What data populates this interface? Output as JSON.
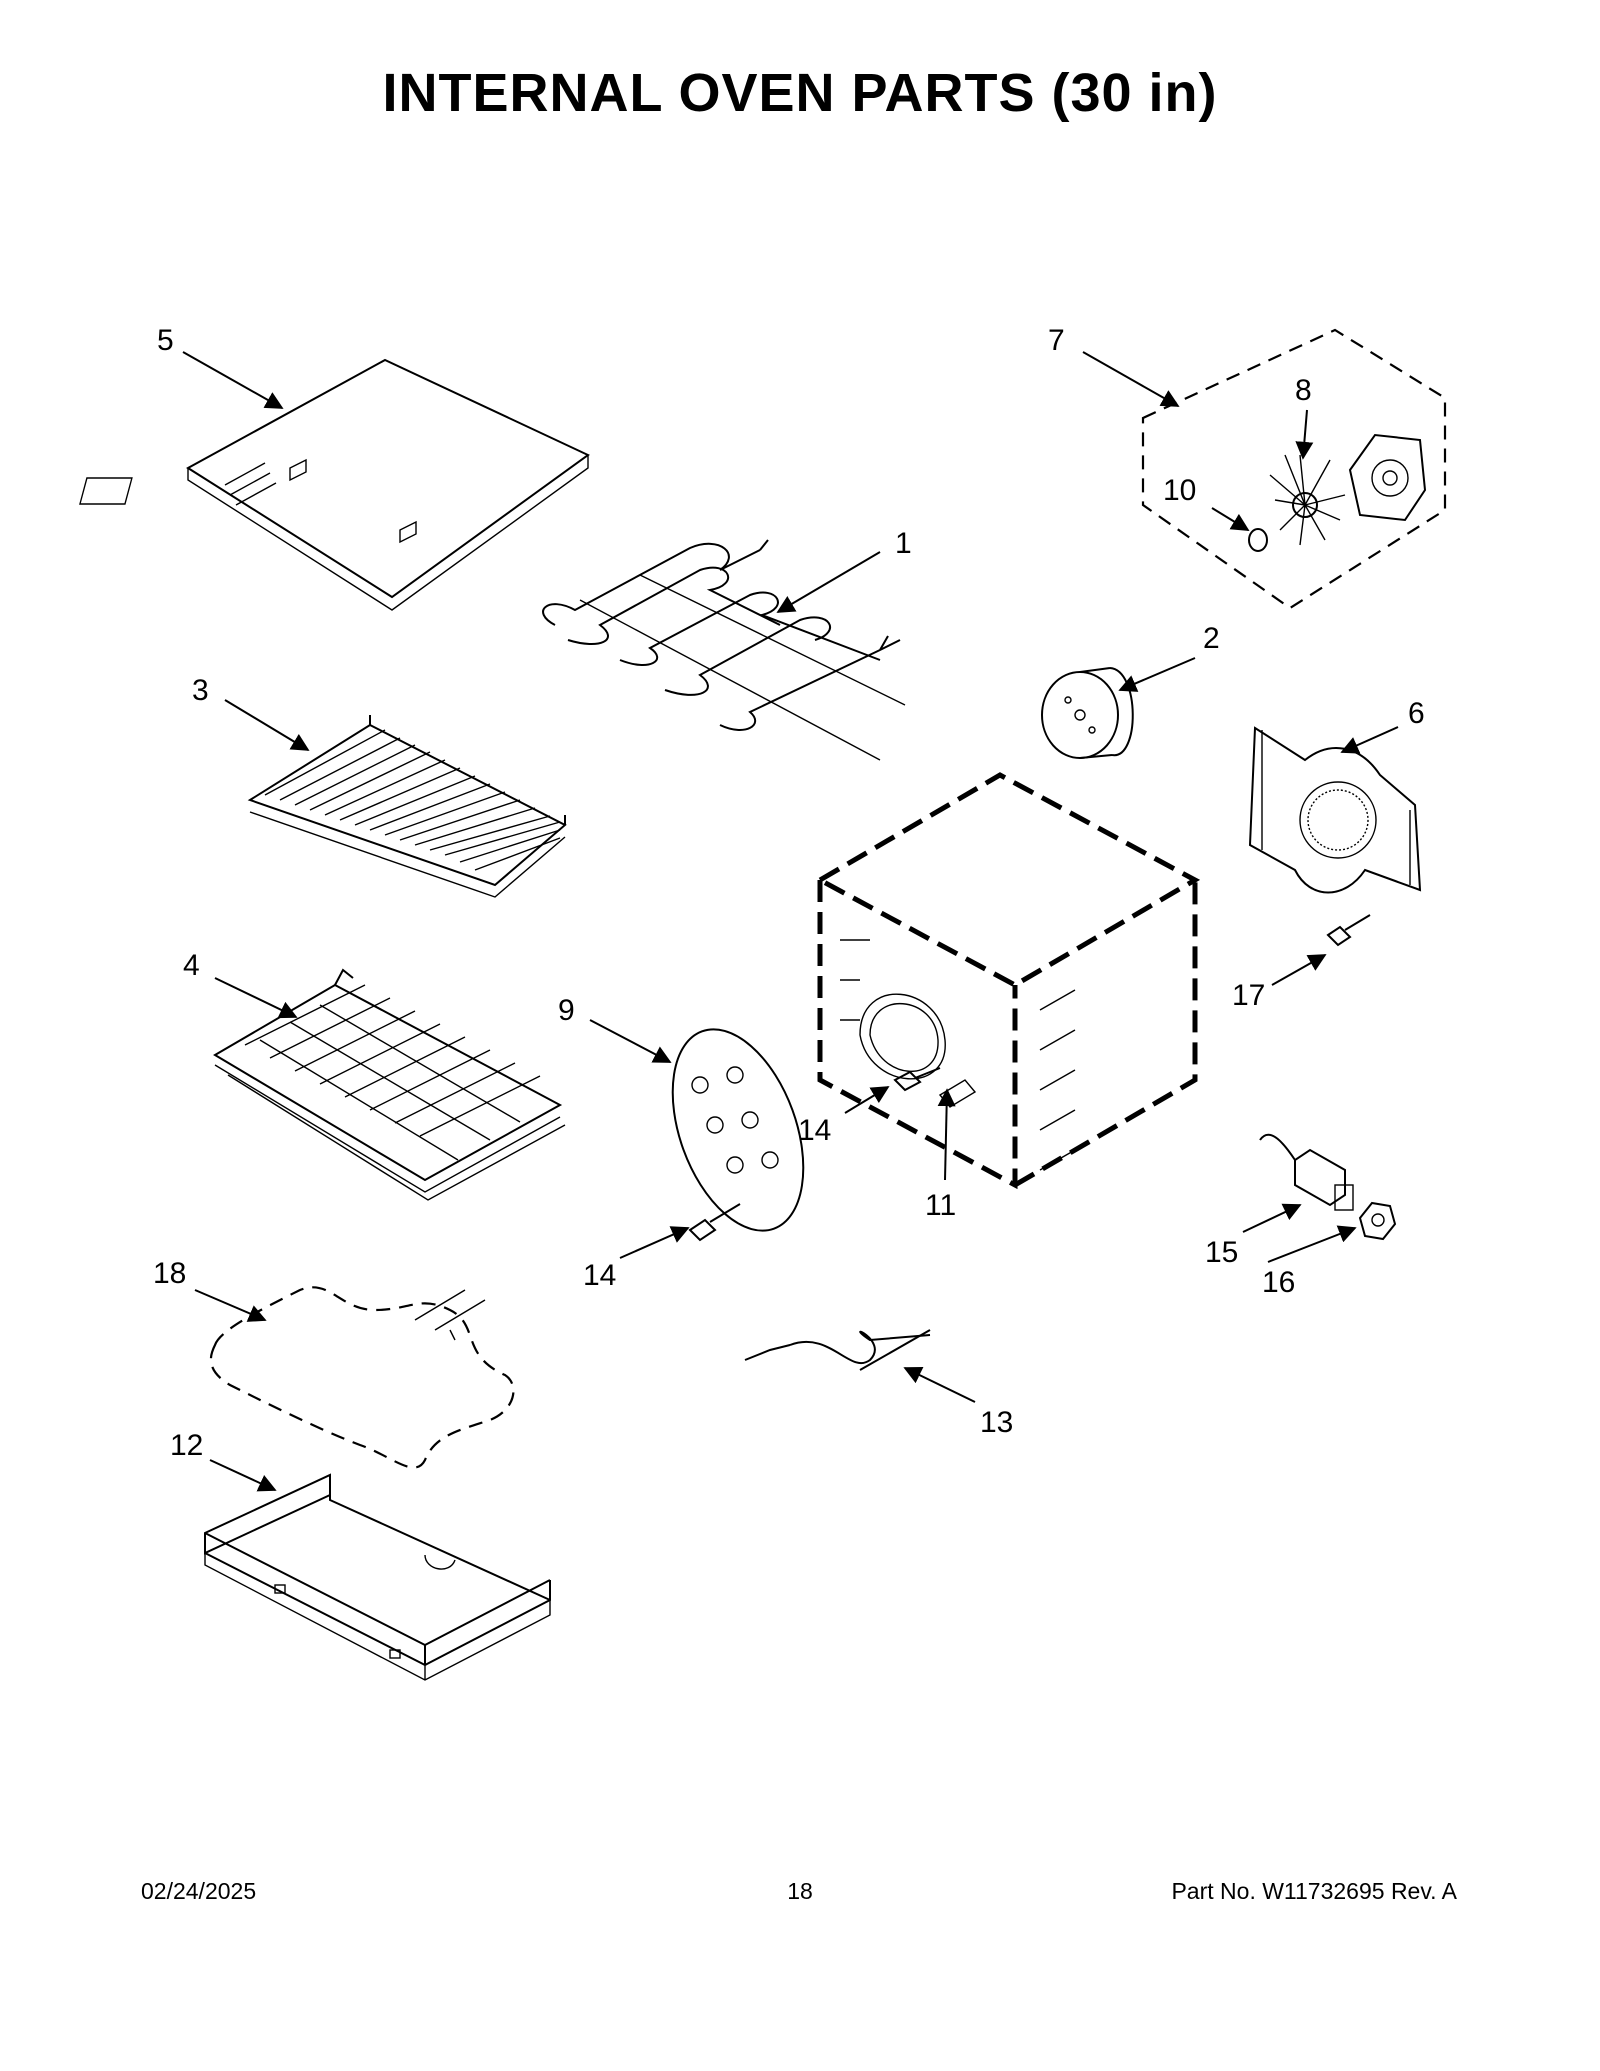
{
  "title": "INTERNAL OVEN PARTS (30 in)",
  "footer": {
    "date": "02/24/2025",
    "page": "18",
    "part_no": "Part No.  W11732695  Rev.  A"
  },
  "callouts": [
    {
      "id": "1",
      "label": "1"
    },
    {
      "id": "2",
      "label": "2"
    },
    {
      "id": "3",
      "label": "3"
    },
    {
      "id": "4",
      "label": "4"
    },
    {
      "id": "5",
      "label": "5"
    },
    {
      "id": "6",
      "label": "6"
    },
    {
      "id": "7",
      "label": "7"
    },
    {
      "id": "8",
      "label": "8"
    },
    {
      "id": "9",
      "label": "9"
    },
    {
      "id": "10",
      "label": "10"
    },
    {
      "id": "11",
      "label": "11"
    },
    {
      "id": "12",
      "label": "12"
    },
    {
      "id": "13",
      "label": "13"
    },
    {
      "id": "14a",
      "label": "14"
    },
    {
      "id": "14b",
      "label": "14"
    },
    {
      "id": "15",
      "label": "15"
    },
    {
      "id": "16",
      "label": "16"
    },
    {
      "id": "17",
      "label": "17"
    },
    {
      "id": "18",
      "label": "18"
    }
  ]
}
